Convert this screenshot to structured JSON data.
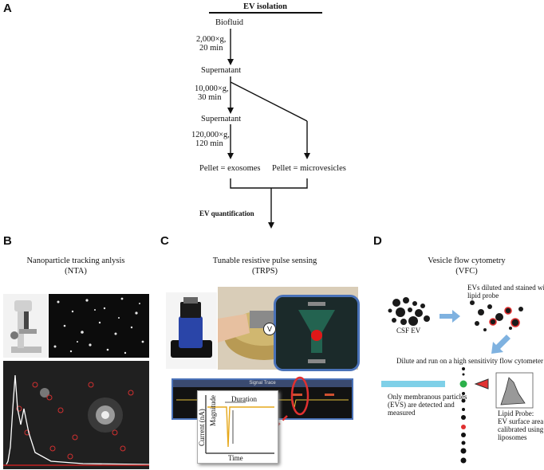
{
  "panel_letters": {
    "a": "A",
    "b": "B",
    "c": "C",
    "d": "D"
  },
  "flow": {
    "title": "EV isolation",
    "biofluid": "Biofluid",
    "step1_speed": "2,000×g,",
    "step1_time": "20 min",
    "supernatant1": "Supernatant",
    "step2_speed": "10,000×g,",
    "step2_time": "30 min",
    "supernatant2": "Supernatant",
    "step3_speed": "120,000×g,",
    "step3_time": "120 min",
    "pellet_exo": "Pellet = exosomes",
    "pellet_micro": "Pellet = microvesicles",
    "quant": "EV quantification"
  },
  "nta": {
    "title": "Nanoparticle tracking anlysis",
    "abbr": "(NTA)"
  },
  "trps": {
    "title": "Tunable resistive pulse sensing",
    "abbr": "(TRPS)",
    "v_label": "V",
    "trace_title": "Signal Trace",
    "duration": "Duration",
    "magnitude": "Magnitude",
    "current": "Current (nA)",
    "time": "Time"
  },
  "vfc": {
    "title": "Vesicle flow cytometry",
    "abbr": "(VFC)",
    "diluted_1": "EVs diluted and stained with",
    "diluted_2": "lipid probe",
    "csf": "CSF EV",
    "run": "Dilute and run on a high sensitivity flow cytometer",
    "only_1": "Only membranous particles",
    "only_2": "(EVS) are detected and",
    "only_3": "measured",
    "lipid_1": "Lipid Probe:",
    "lipid_2": "EV surface area",
    "lipid_3": "calibrated using",
    "lipid_4": "liposomes"
  },
  "colors": {
    "arrow_blue": "#7fb2e0",
    "beam": "#7fd0e8",
    "red": "#e03030",
    "dark_photo": "#101010"
  }
}
